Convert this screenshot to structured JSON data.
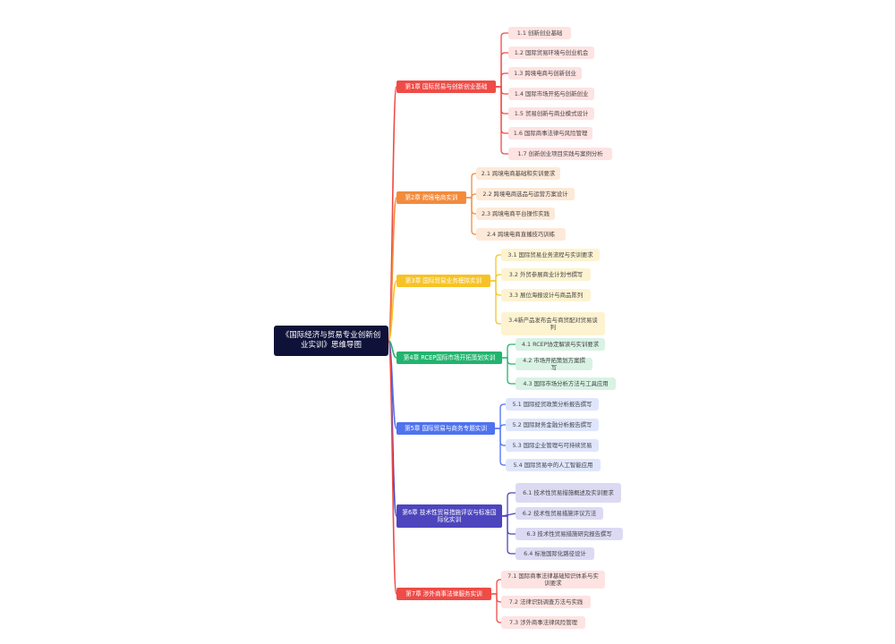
{
  "root": {
    "title": "《国际经济与贸易专业创新创业实训》思维导图"
  },
  "chapters": [
    {
      "title": "第1章 国际贸易与创新创业基础",
      "color": "#ef4b47",
      "leafBg": "#fde3e2",
      "leafText": "#444444",
      "children": [
        "1.1 创新创业基础",
        "1.2 国际贸易环境与创业机会",
        "1.3 跨境电商与创新创业",
        "1.4 国际市场开拓与创新创业",
        "1.5 贸易创新与商业模式设计",
        "1.6 国际商事法律与风险管理",
        "1.7 创新创业项目实践与案例分析"
      ]
    },
    {
      "title": "第2章 跨境电商实训",
      "color": "#f28b3c",
      "leafBg": "#fde9d8",
      "leafText": "#444444",
      "children": [
        "2.1 跨境电商基础和实训要求",
        "2.2 跨境电商选品与运营方案设计",
        "2.3 跨境电商平台操作实践",
        "2.4 跨境电商直播技巧训练"
      ]
    },
    {
      "title": "第3章 国际贸易业务模拟实训",
      "color": "#f6c327",
      "leafBg": "#fdf3d1",
      "leafText": "#444444",
      "children": [
        "3.1 国际贸易业务流程与实训要求",
        "3.2 外贸参展商业计划书撰写",
        "3.3 展位海报设计与商品陈列",
        "3.4新产品发布会与商贸配对贸易谈判"
      ]
    },
    {
      "title": "第4章 RCEP国际市场开拓策划实训",
      "color": "#22b46e",
      "leafBg": "#d8f2e4",
      "leafText": "#444444",
      "children": [
        "4.1 RCEP协定解读与实训要求",
        "4.2 市场开拓策划方案撰写",
        "4.3 国际市场分析方法与工具应用"
      ]
    },
    {
      "title": "第5章 国际贸易与商务专题实训",
      "color": "#4f72f0",
      "leafBg": "#dfe6fc",
      "leafText": "#444444",
      "children": [
        "5.1 国际经贸政策分析报告撰写",
        "5.2 国际财务金融分析报告撰写",
        "5.3 国际企业管理与可持续贸易",
        "5.4 国际贸易中的人工智能应用"
      ]
    },
    {
      "title": "第6章 技术性贸易措施评议与标准国际化实训",
      "color": "#4d45bd",
      "leafBg": "#dcdaf3",
      "leafText": "#444444",
      "children": [
        "6.1 技术性贸易措施概述及实训要求",
        "6.2 技术性贸易措施评议方法",
        "6.3 技术性贸易措施研究报告撰写",
        "6.4 标准国际化路径设计"
      ]
    },
    {
      "title": "第7章 涉外商事法律服务实训",
      "color": "#ef4b47",
      "leafBg": "#fde3e2",
      "leafText": "#444444",
      "children": [
        "7.1 国际商事法律基础知识体系与实训要求",
        "7.2 法律识别调查方法与实践",
        "7.3 涉外商事法律风险管理"
      ]
    }
  ]
}
